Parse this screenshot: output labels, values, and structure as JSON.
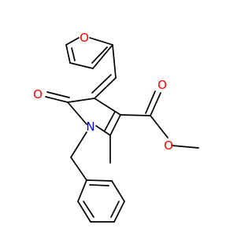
{
  "atoms": [
    {
      "id": "O_furan",
      "symbol": "O",
      "color": "#ff0000"
    },
    {
      "id": "O_ketone",
      "symbol": "O",
      "color": "#ff0000"
    },
    {
      "id": "O_ester_carbonyl",
      "symbol": "O",
      "color": "#ff0000"
    },
    {
      "id": "O_ester_ether",
      "symbol": "O",
      "color": "#ff0000"
    },
    {
      "id": "N_ring",
      "symbol": "N",
      "color": "#0000ff"
    }
  ],
  "colors": {
    "bond": "#000000",
    "background": "#ffffff"
  }
}
